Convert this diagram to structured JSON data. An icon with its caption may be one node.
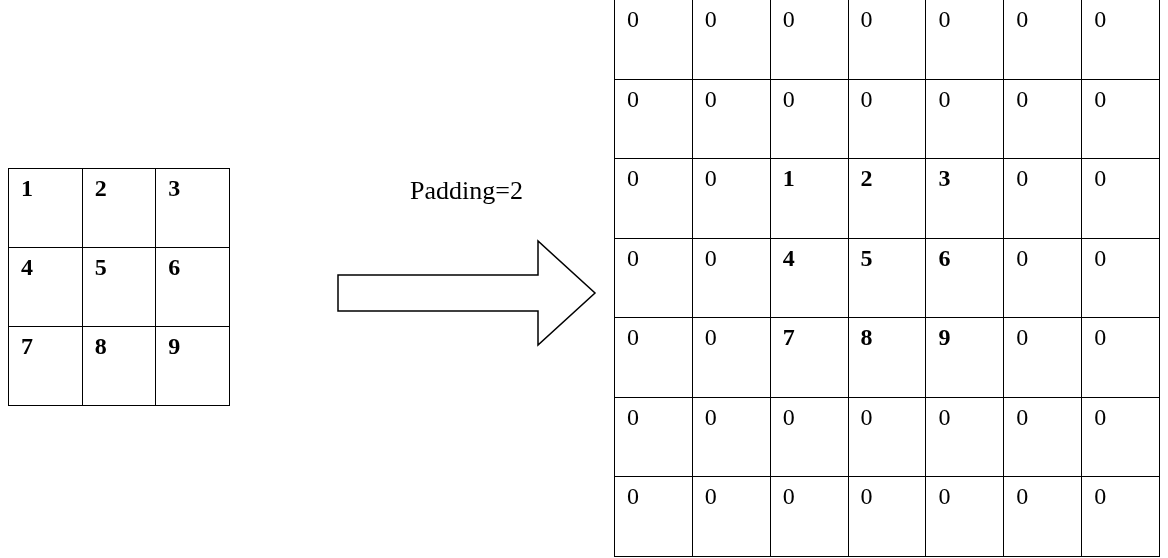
{
  "diagram": {
    "nodes": [
      {
        "text": [],
        "shape": "box"
      },
      {
        "text": [],
        "shape": "box"
      }
    ],
    "edges": [
      {
        "from": 0,
        "to": 1,
        "arrow": "to",
        "label": "Padding=2"
      }
    ],
    "labels": [
      "1",
      "2",
      "3",
      "4",
      "5",
      "6",
      "7",
      "8",
      "9",
      "0",
      "0",
      "0",
      "0",
      "0",
      "0",
      "0",
      "0",
      "0",
      "0",
      "0",
      "0",
      "0",
      "0",
      "0",
      "0",
      "1",
      "2",
      "3",
      "0",
      "0",
      "0",
      "0",
      "4",
      "5",
      "6",
      "0",
      "0",
      "0",
      "0",
      "7",
      "8",
      "9",
      "0",
      "0",
      "0",
      "0",
      "0",
      "0",
      "0",
      "0",
      "0",
      "0",
      "0",
      "0",
      "0",
      "0",
      "0",
      "0"
    ]
  }
}
